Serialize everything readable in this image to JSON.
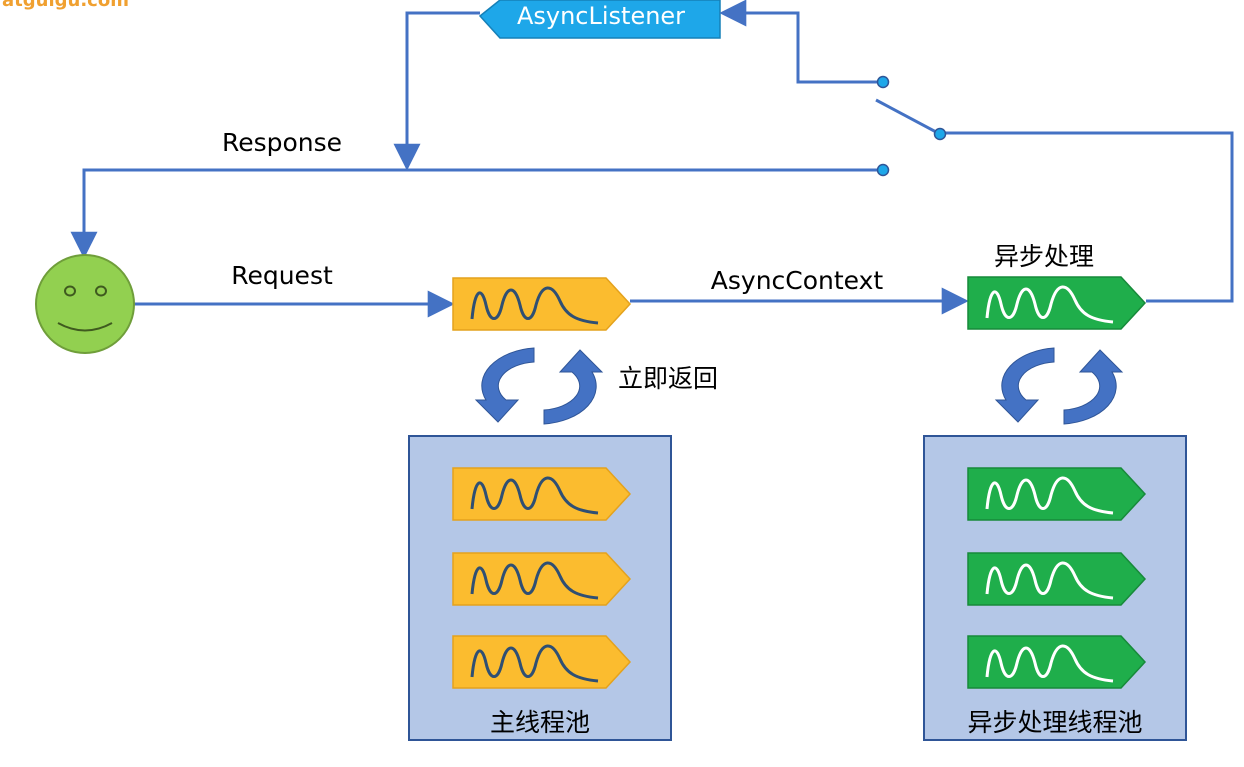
{
  "watermark": "atguigu.com",
  "labels": {
    "async_listener": "AsyncListener",
    "response": "Response",
    "request": "Request",
    "async_context": "AsyncContext",
    "async_processing": "异步处理",
    "return_immediately": "立即返回",
    "main_thread_pool": "主线程池",
    "async_thread_pool": "异步处理线程池"
  },
  "colors": {
    "line": "#4472c4",
    "listener_fill": "#1ea7e9",
    "main_task_fill": "#fbbc2f",
    "async_task_fill": "#1fae4b",
    "pool_fill": "#b4c7e7",
    "face_fill": "#92d050",
    "cycle_arrow": "#4472c4",
    "watermark": "#f0a030"
  },
  "icons": [
    "smiley-face-icon",
    "task-wave-icon",
    "cycle-arrows-icon",
    "switch-node-icon"
  ]
}
